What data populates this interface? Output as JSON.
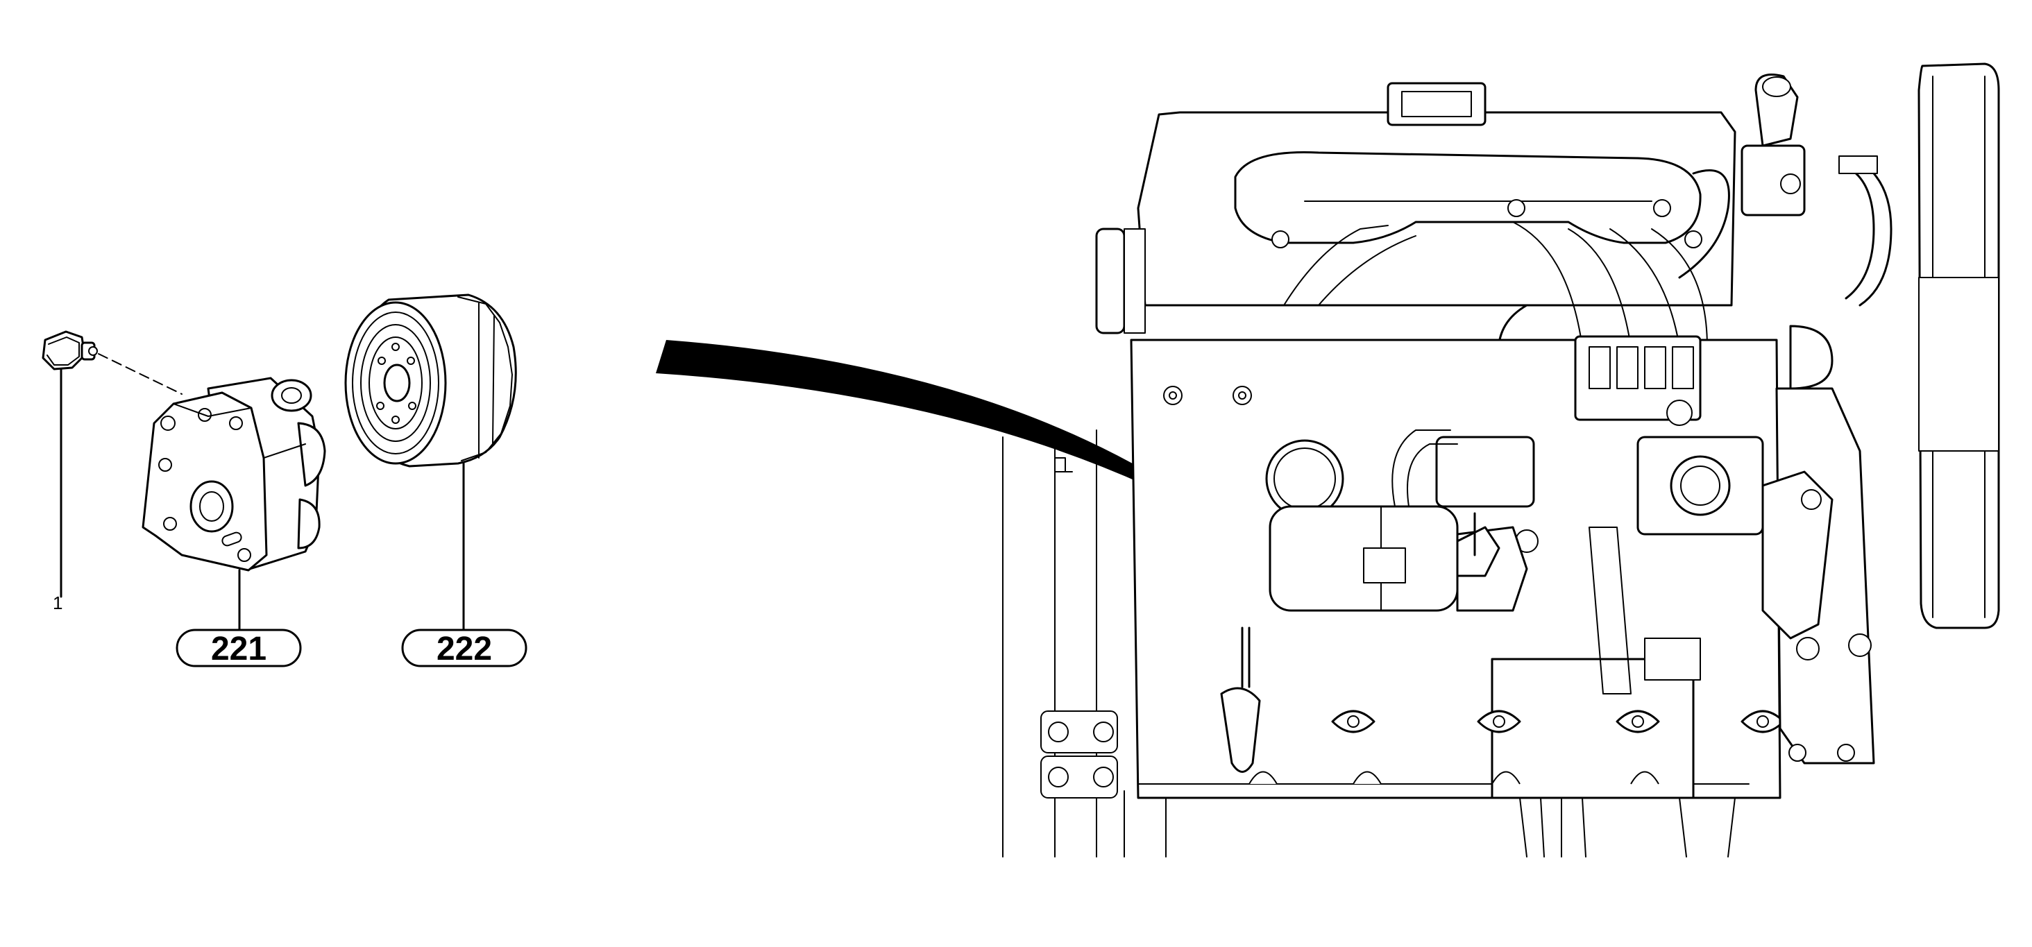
{
  "callouts": {
    "part_a": "221",
    "part_b": "222",
    "item_1": "1"
  },
  "icons": {
    "pressure_switch": "oil-pressure-switch-icon",
    "oil_pump": "oil-pump-housing-icon",
    "oil_filter": "oil-filter-icon",
    "engine": "engine-assembly-icon",
    "pointer": "curved-pointer-arrow-icon"
  },
  "colors": {
    "line": "#000000",
    "background": "#ffffff"
  }
}
